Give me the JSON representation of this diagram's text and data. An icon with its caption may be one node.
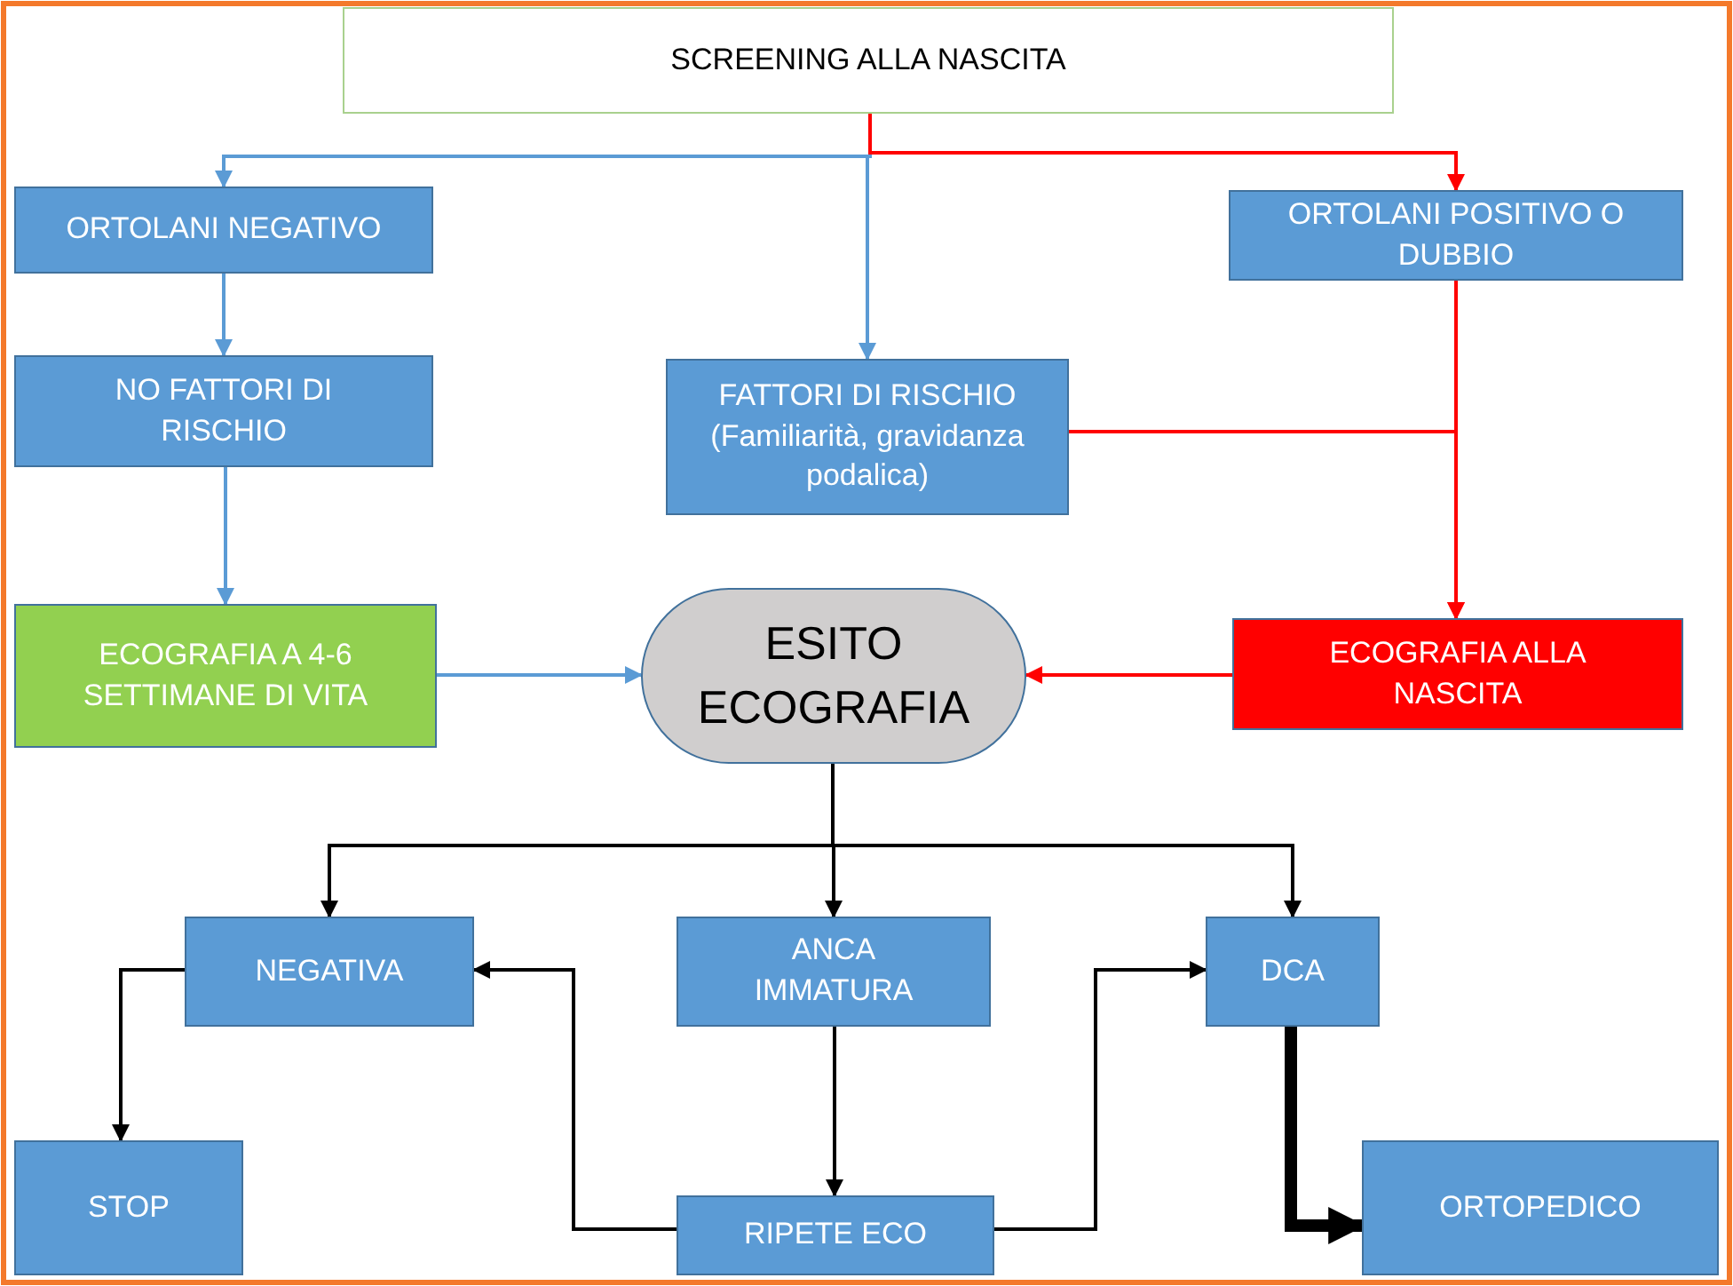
{
  "diagram": {
    "nodes": [
      {
        "text": [
          "SCREENING  ALLA NASCITA"
        ]
      },
      {
        "text": [
          "ORTOLANI NEGATIVO"
        ]
      },
      {
        "text": [
          "ORTOLANI POSITIVO O DUBBIO"
        ]
      },
      {
        "text": [
          "NO FATTORI DI RISCHIO"
        ]
      },
      {
        "text": [
          "FATTORI DI RISCHIO (Familiarità, gravidanza podalica)"
        ]
      },
      {
        "text": [
          "ECOGRAFIA A 4-6 SETTIMANE DI VITA"
        ]
      },
      {
        "text": [
          "ESITO ECOGRAFIA"
        ]
      },
      {
        "text": [
          "ECOGRAFIA ALLA NASCITA"
        ]
      },
      {
        "text": [
          "NEGATIVA"
        ]
      },
      {
        "text": [
          "ANCA IMMATURA"
        ]
      },
      {
        "text": [
          "DCA"
        ]
      },
      {
        "text": [
          "STOP"
        ]
      },
      {
        "text": [
          "RIPETE ECO"
        ]
      },
      {
        "text": [
          "ORTOPEDICO"
        ]
      }
    ],
    "edges": [
      {
        "from": 0,
        "to": 1,
        "arrow": "to",
        "color": "#5b9bd5"
      },
      {
        "from": 0,
        "to": 4,
        "arrow": "to",
        "color": "#5b9bd5"
      },
      {
        "from": 0,
        "to": 2,
        "arrow": "to",
        "color": "#ff0000"
      },
      {
        "from": 1,
        "to": 3,
        "arrow": "to",
        "color": "#5b9bd5"
      },
      {
        "from": 3,
        "to": 5,
        "arrow": "to",
        "color": "#5b9bd5"
      },
      {
        "from": 5,
        "to": 6,
        "arrow": "to",
        "color": "#5b9bd5"
      },
      {
        "from": 2,
        "to": 7,
        "arrow": "to",
        "color": "#ff0000"
      },
      {
        "from": 4,
        "to": 7,
        "arrow": "to",
        "color": "#ff0000"
      },
      {
        "from": 7,
        "to": 6,
        "arrow": "to",
        "color": "#ff0000"
      },
      {
        "from": 6,
        "to": 8,
        "arrow": "to"
      },
      {
        "from": 6,
        "to": 9,
        "arrow": "to"
      },
      {
        "from": 6,
        "to": 10,
        "arrow": "to"
      },
      {
        "from": 8,
        "to": 11,
        "arrow": "to"
      },
      {
        "from": 9,
        "to": 12,
        "arrow": "to"
      },
      {
        "from": 12,
        "to": 8,
        "arrow": "to"
      },
      {
        "from": 12,
        "to": 10,
        "arrow": "to"
      },
      {
        "from": 10,
        "to": 13,
        "arrow": "to",
        "style": "thick"
      }
    ]
  }
}
